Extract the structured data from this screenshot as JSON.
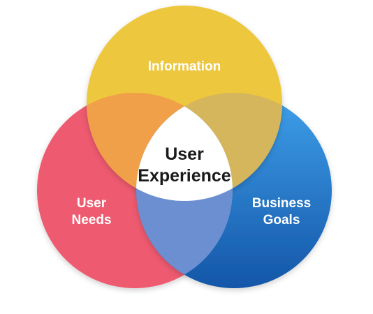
{
  "diagram": {
    "circles": [
      {
        "id": "information",
        "lines": [
          "Information"
        ],
        "color": "#EDC73E"
      },
      {
        "id": "user-needs",
        "lines": [
          "User",
          "Needs"
        ],
        "color": "#EE5A70"
      },
      {
        "id": "business-goals",
        "lines": [
          "Business",
          "Goals"
        ],
        "color": "#2E86DE"
      }
    ],
    "center": {
      "lines": [
        "User",
        "Experience"
      ]
    },
    "colors": {
      "information": "#EDC73E",
      "user_needs": "#EE5A70",
      "business_goals_top": "#3FA0EA",
      "business_goals_bottom": "#1456A8",
      "needs_info_overlap": "#F0A048",
      "info_goals_overlap": "#D6B65C",
      "needs_goals_overlap": "#6B8FD0",
      "center": "#FFFFFF",
      "label_text": "#FFFFFF",
      "center_text": "#1A1A1A"
    }
  }
}
